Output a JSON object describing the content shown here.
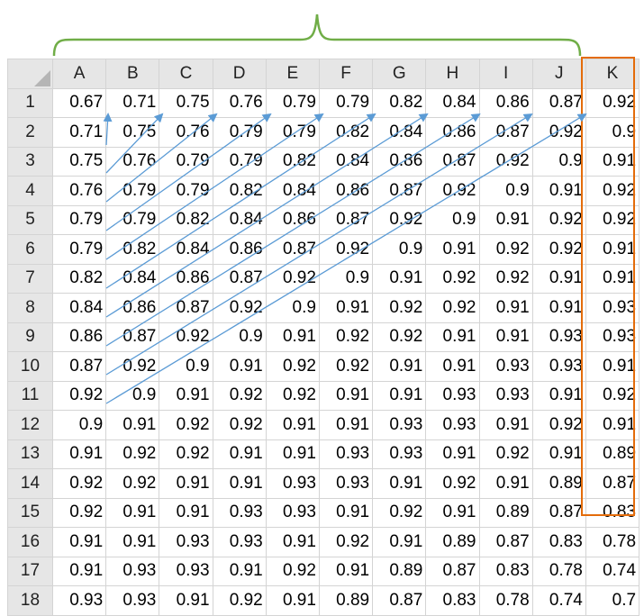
{
  "spreadsheet": {
    "columns": [
      "A",
      "B",
      "C",
      "D",
      "E",
      "F",
      "G",
      "H",
      "I",
      "J",
      "K"
    ],
    "rows": [
      {
        "label": "1",
        "cells": [
          "0.67",
          "0.71",
          "0.75",
          "0.76",
          "0.79",
          "0.79",
          "0.82",
          "0.84",
          "0.86",
          "0.87",
          "0.92"
        ]
      },
      {
        "label": "2",
        "cells": [
          "0.71",
          "0.75",
          "0.76",
          "0.79",
          "0.79",
          "0.82",
          "0.84",
          "0.86",
          "0.87",
          "0.92",
          "0.9"
        ]
      },
      {
        "label": "3",
        "cells": [
          "0.75",
          "0.76",
          "0.79",
          "0.79",
          "0.82",
          "0.84",
          "0.86",
          "0.87",
          "0.92",
          "0.9",
          "0.91"
        ]
      },
      {
        "label": "4",
        "cells": [
          "0.76",
          "0.79",
          "0.79",
          "0.82",
          "0.84",
          "0.86",
          "0.87",
          "0.92",
          "0.9",
          "0.91",
          "0.92"
        ]
      },
      {
        "label": "5",
        "cells": [
          "0.79",
          "0.79",
          "0.82",
          "0.84",
          "0.86",
          "0.87",
          "0.92",
          "0.9",
          "0.91",
          "0.92",
          "0.92"
        ]
      },
      {
        "label": "6",
        "cells": [
          "0.79",
          "0.82",
          "0.84",
          "0.86",
          "0.87",
          "0.92",
          "0.9",
          "0.91",
          "0.92",
          "0.92",
          "0.91"
        ]
      },
      {
        "label": "7",
        "cells": [
          "0.82",
          "0.84",
          "0.86",
          "0.87",
          "0.92",
          "0.9",
          "0.91",
          "0.92",
          "0.92",
          "0.91",
          "0.91"
        ]
      },
      {
        "label": "8",
        "cells": [
          "0.84",
          "0.86",
          "0.87",
          "0.92",
          "0.9",
          "0.91",
          "0.92",
          "0.92",
          "0.91",
          "0.91",
          "0.93"
        ]
      },
      {
        "label": "9",
        "cells": [
          "0.86",
          "0.87",
          "0.92",
          "0.9",
          "0.91",
          "0.92",
          "0.92",
          "0.91",
          "0.91",
          "0.93",
          "0.93"
        ]
      },
      {
        "label": "10",
        "cells": [
          "0.87",
          "0.92",
          "0.9",
          "0.91",
          "0.92",
          "0.92",
          "0.91",
          "0.91",
          "0.93",
          "0.93",
          "0.91"
        ]
      },
      {
        "label": "11",
        "cells": [
          "0.92",
          "0.9",
          "0.91",
          "0.92",
          "0.92",
          "0.91",
          "0.91",
          "0.93",
          "0.93",
          "0.91",
          "0.92"
        ]
      },
      {
        "label": "12",
        "cells": [
          "0.9",
          "0.91",
          "0.92",
          "0.92",
          "0.91",
          "0.91",
          "0.93",
          "0.93",
          "0.91",
          "0.92",
          "0.91"
        ]
      },
      {
        "label": "13",
        "cells": [
          "0.91",
          "0.92",
          "0.92",
          "0.91",
          "0.91",
          "0.93",
          "0.93",
          "0.91",
          "0.92",
          "0.91",
          "0.89"
        ]
      },
      {
        "label": "14",
        "cells": [
          "0.92",
          "0.92",
          "0.91",
          "0.91",
          "0.93",
          "0.93",
          "0.91",
          "0.92",
          "0.91",
          "0.89",
          "0.87"
        ]
      },
      {
        "label": "15",
        "cells": [
          "0.92",
          "0.91",
          "0.91",
          "0.93",
          "0.93",
          "0.91",
          "0.92",
          "0.91",
          "0.89",
          "0.87",
          "0.83"
        ]
      },
      {
        "label": "16",
        "cells": [
          "0.91",
          "0.91",
          "0.93",
          "0.93",
          "0.91",
          "0.92",
          "0.91",
          "0.89",
          "0.87",
          "0.83",
          "0.78"
        ]
      },
      {
        "label": "17",
        "cells": [
          "0.91",
          "0.93",
          "0.93",
          "0.91",
          "0.92",
          "0.91",
          "0.89",
          "0.87",
          "0.83",
          "0.78",
          "0.74"
        ]
      },
      {
        "label": "18",
        "cells": [
          "0.93",
          "0.93",
          "0.91",
          "0.92",
          "0.91",
          "0.89",
          "0.87",
          "0.83",
          "0.78",
          "0.74",
          "0.7"
        ]
      }
    ]
  },
  "annotations": {
    "brace_color": "#70ad47",
    "arrow_color": "#5b9bd5",
    "highlight_color": "#e46c0a",
    "highlight_column": "K"
  }
}
